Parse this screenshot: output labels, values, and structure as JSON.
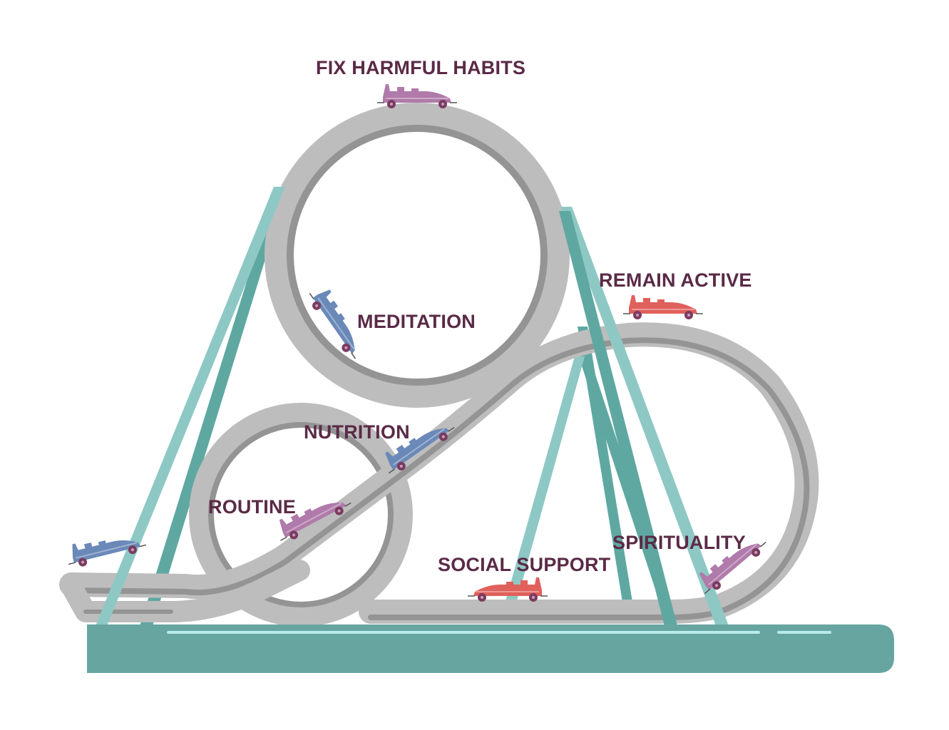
{
  "diagram": {
    "labels": {
      "fix_harmful_habits": "FIX HARMFUL HABITS",
      "meditation": "MEDITATION",
      "remain_active": "REMAIN ACTIVE",
      "nutrition": "NUTRITION",
      "routine": "ROUTINE",
      "spirituality": "SPIRITUALITY",
      "social_support": "SOCIAL SUPPORT"
    }
  },
  "colors": {
    "label_text": "#5a2a46",
    "track_light": "#bdbdbd",
    "track_dark": "#949494",
    "support_light": "#8ec8c4",
    "support_dark": "#5fa8a1",
    "ground": "#66a5a0",
    "ground_line": "#b9ecec",
    "car_purple": "#b07aaa",
    "car_blue": "#6a89b8",
    "car_red": "#e0605c",
    "wheel": "#7a3b5e"
  }
}
